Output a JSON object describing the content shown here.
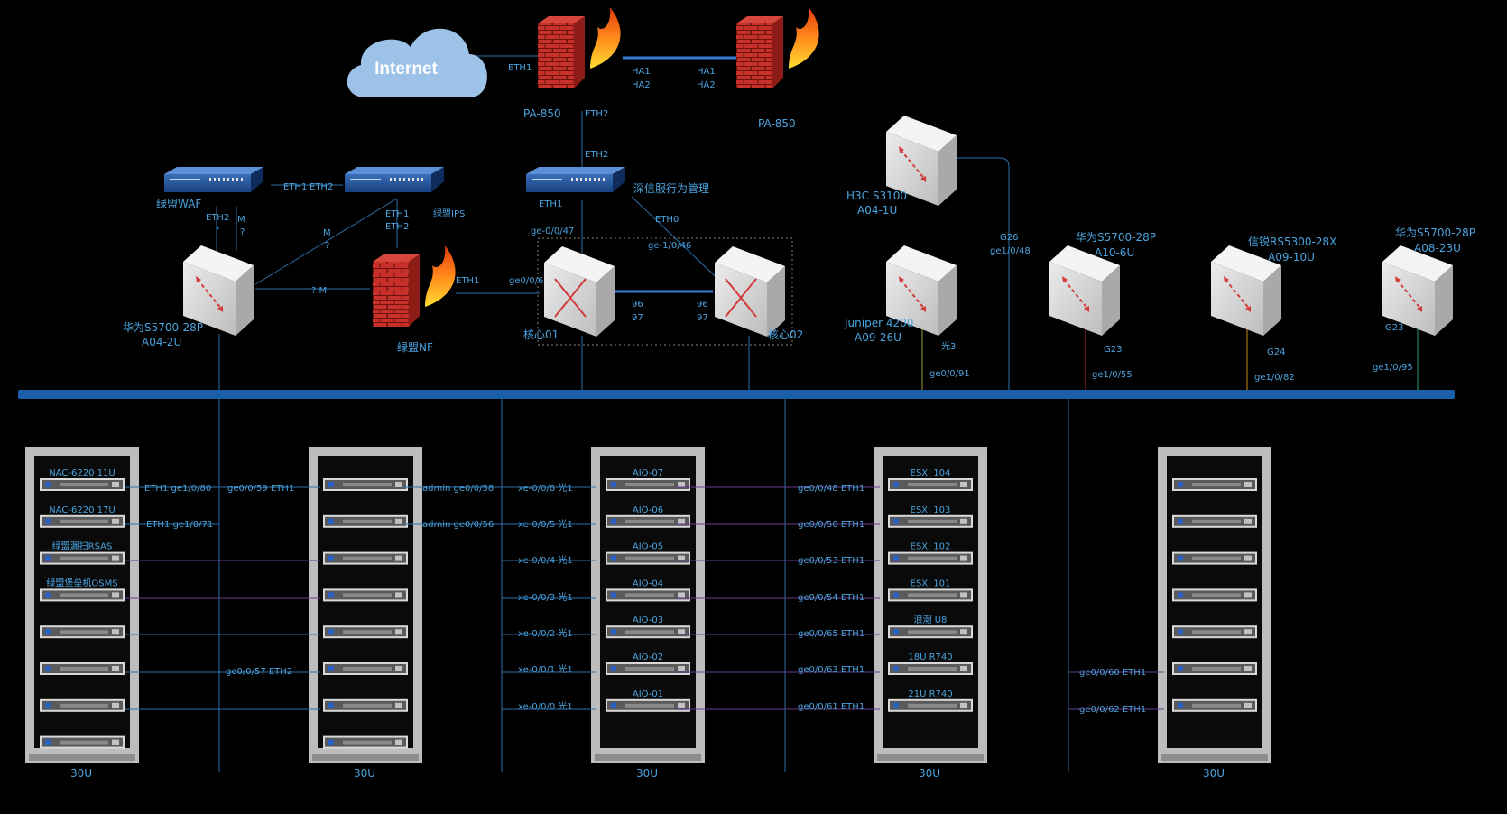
{
  "cloud": {
    "label": "Internet"
  },
  "firewalls": [
    {
      "id": "pa1",
      "name": "PA-850",
      "ports": [
        "ETH1",
        "HA1",
        "HA2",
        "ETH2"
      ]
    },
    {
      "id": "pa2",
      "name": "PA-850",
      "ports": [
        "HA1",
        "HA2"
      ]
    },
    {
      "id": "nf",
      "name": "绿盟NF",
      "ports": [
        "ETH1"
      ]
    }
  ],
  "appliances": [
    {
      "id": "waf",
      "name": "绿盟WAF",
      "ports": [
        "ETH1",
        "ETH2",
        "M",
        "?",
        "?"
      ]
    },
    {
      "id": "ips",
      "name": "绿盟IPS",
      "ports": [
        "ETH2",
        "ETH1",
        "ETH2",
        "M",
        "?"
      ]
    },
    {
      "id": "sxf",
      "name": "深信服行为管理",
      "ports": [
        "ETH2",
        "ETH1",
        "ETH0"
      ]
    }
  ],
  "switches": [
    {
      "id": "hw1",
      "name": "华为S5700-28P",
      "loc": "A04-2U",
      "ports": [
        "? M"
      ]
    },
    {
      "id": "core1",
      "name": "核心01",
      "ports": [
        "ge-0/0/47",
        "ge0/0/6",
        "96",
        "97"
      ]
    },
    {
      "id": "core2",
      "name": "核心02",
      "ports": [
        "ge-1/0/46",
        "96",
        "97"
      ]
    },
    {
      "id": "h3c",
      "name": "H3C S3100",
      "loc": "A04-1U",
      "ports": [
        "G26",
        "ge1/0/48"
      ]
    },
    {
      "id": "jun",
      "name": "Juniper 4200",
      "loc": "A09-26U",
      "ports": [
        "光3",
        "ge0/0/91"
      ]
    },
    {
      "id": "hw2",
      "name": "华为S5700-28P",
      "loc": "A10-6U",
      "ports": [
        "G23",
        "ge1/0/55"
      ]
    },
    {
      "id": "rj",
      "name": "信锐RS5300-28X",
      "loc": "A09-10U",
      "ports": [
        "G24",
        "ge1/0/82"
      ]
    },
    {
      "id": "hw3",
      "name": "华为S5700-28P",
      "loc": "A08-23U",
      "ports": [
        "G23",
        "ge1/0/95"
      ]
    }
  ],
  "racks": [
    {
      "size": "30U",
      "units": [
        "NAC-6220 11U",
        "NAC-6220 17U",
        "绿盟漏扫RSAS",
        "绿盟堡垒机OSMS",
        "",
        "",
        "",
        ""
      ],
      "links": [
        {
          "text": "ETH1  ge1/0/80"
        },
        {
          "text": "ETH1  ge1/0/71"
        }
      ]
    },
    {
      "size": "30U",
      "units": [
        "",
        "",
        "",
        "",
        "",
        "",
        "",
        ""
      ],
      "links": [
        {
          "text": "ge0/0/59  ETH1"
        },
        {
          "text": "ge0/0/57  ETH2"
        },
        {
          "text": "admin  ge0/0/58"
        },
        {
          "text": "admin  ge0/0/56"
        }
      ]
    },
    {
      "size": "30U",
      "units": [
        "AIO-07",
        "AIO-06",
        "AIO-05",
        "AIO-04",
        "AIO-03",
        "AIO-02",
        "AIO-01"
      ],
      "links": [
        {
          "text": "xe-0/0/8  光1"
        },
        {
          "text": "xe-0/0/5  光1"
        },
        {
          "text": "xe-0/0/4  光1"
        },
        {
          "text": "xe-0/0/3  光1"
        },
        {
          "text": "xe-0/0/2  光1"
        },
        {
          "text": "xe-0/0/1  光1"
        },
        {
          "text": "xe-0/0/0  光1"
        }
      ]
    },
    {
      "size": "30U",
      "units": [
        "ESXI 104",
        "ESXI 103",
        "ESXI 102",
        "ESXI 101",
        "浪潮 U8",
        "18U R740",
        "21U R740"
      ],
      "links": [
        {
          "text": "ge0/0/48   ETH1"
        },
        {
          "text": "ge0/0/50  ETH1"
        },
        {
          "text": "ge0/0/53  ETH1"
        },
        {
          "text": "ge0/0/54   ETH1"
        },
        {
          "text": "ge0/0/65  ETH1"
        },
        {
          "text": "ge0/0/63  ETH1"
        },
        {
          "text": "ge0/0/61  ETH1"
        }
      ]
    },
    {
      "size": "30U",
      "units": [
        "",
        "",
        "",
        "",
        "",
        "",
        ""
      ],
      "links": [
        {
          "text": "ge0/0/60  ETH1"
        },
        {
          "text": "ge0/0/62  ETH1"
        }
      ]
    }
  ],
  "colors": {
    "label": "#4aa3df",
    "bus": "#1a5fa8",
    "wire": "#2e6fa8",
    "rackFrame": "#c9c9c9",
    "brick": "#c8302a",
    "switchBox": "#d8d8d8"
  }
}
